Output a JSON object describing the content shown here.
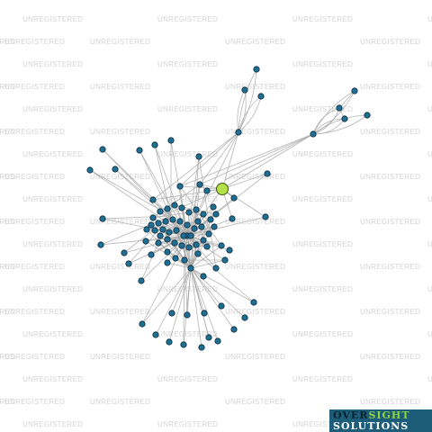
{
  "watermark": {
    "text": "UNREGISTERED"
  },
  "logo": {
    "word_dark": "OVER",
    "word_accent": "SIGHT",
    "line2": "SOLUTIONS"
  },
  "colors": {
    "background": "#ffffff",
    "edge": "#a8a8a8",
    "node_fill": "#1f6f94",
    "node_stroke": "#0b2b3a",
    "focus_node_fill": "#b5e04a",
    "focus_node_stroke": "#3b5a12",
    "watermark": "#d4d4d4",
    "logo_background": "#1d5d7a",
    "logo_accent": "#8ed63a"
  }
}
